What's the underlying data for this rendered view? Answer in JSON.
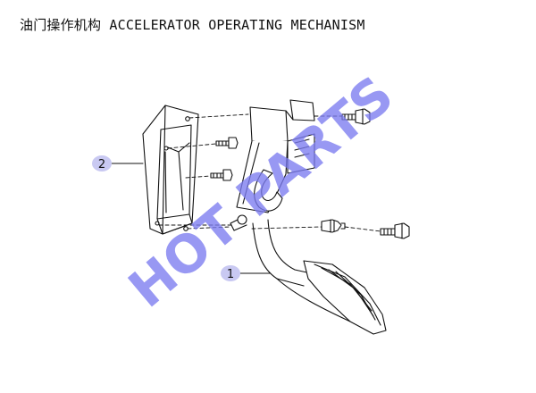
{
  "title": "油门操作机构 ACCELERATOR OPERATING MECHANISM",
  "callouts": [
    {
      "label": "1",
      "part": "pedal"
    },
    {
      "label": "2",
      "part": "bracket"
    }
  ],
  "watermark": "HOT PARTS",
  "colors": {
    "line": "#111111",
    "callout_fill": "#c9c9f2",
    "watermark": "#7b7bf0"
  }
}
